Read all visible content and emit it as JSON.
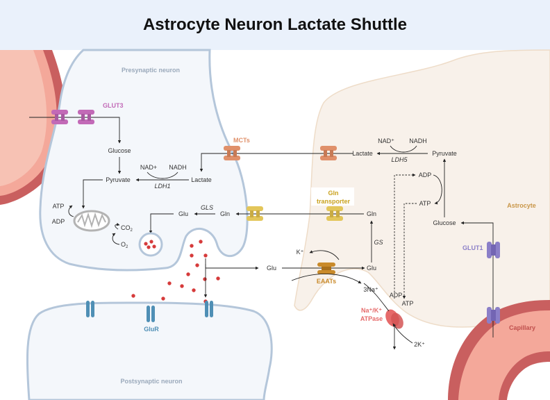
{
  "title": "Astrocyte Neuron Lactate Shuttle",
  "regions": {
    "presynaptic": "Presynaptic neuron",
    "postsynaptic": "Postsynaptic neuron",
    "astrocyte": "Astrocyte",
    "capillary": "Capillary"
  },
  "transporters": {
    "glut3": "GLUT3",
    "glut1": "GLUT1",
    "mcts": "MCTs",
    "gln_transporter_line1": "Gln",
    "gln_transporter_line2": "transporter",
    "eaats": "EAATs",
    "glur": "GluR",
    "pump_line1": "Na⁺/K⁺",
    "pump_line2": "ATPase"
  },
  "neuron": {
    "glucose": "Glucose",
    "pyruvate": "Pyruvate",
    "lactate": "Lactate",
    "nad_plus": "NAD+",
    "nadh": "NADH",
    "ldh1": "LDH1",
    "atp": "ATP",
    "adp": "ADP",
    "co2_main": "CO",
    "co2_sub": "2",
    "o2_main": "O",
    "o2_sub": "2",
    "glu": "Glu",
    "gln": "Gln",
    "gls": "GLS"
  },
  "astrocyte": {
    "lactate": "Lactate",
    "pyruvate": "Pyruvate",
    "glucose": "Glucose",
    "nad_plus": "NAD⁺",
    "nadh": "NADH",
    "ldh5": "LDH5",
    "adp_upper": "ADP",
    "atp_upper": "ATP",
    "gln": "Gln",
    "gs": "GS",
    "glu": "Glu",
    "k_plus": "K⁺",
    "three_na": "3Na⁺",
    "adp_lower": "ADP",
    "atp_lower": "ATP",
    "two_k": "2K⁺"
  },
  "cleft": {
    "glu": "Glu"
  },
  "colors": {
    "header_bg": "#eaf1fb",
    "neuron_fill": "#f4f7fb",
    "neuron_stroke": "#b4c6da",
    "astrocyte_fill": "#f8f1ea",
    "astrocyte_stroke": "#eedcc8",
    "vessel_outer": "#c95f5f",
    "vessel_inner": "#f4a89a",
    "glutamate_dot": "#d63b3b",
    "glut3": "#c26ab7",
    "glut1": "#8b7fc8",
    "mct": "#e0906a",
    "gln_transporter": "#e3c65a",
    "eaat": "#c98a2a",
    "glur": "#4f8fb5",
    "pump": "#e66a6a"
  }
}
